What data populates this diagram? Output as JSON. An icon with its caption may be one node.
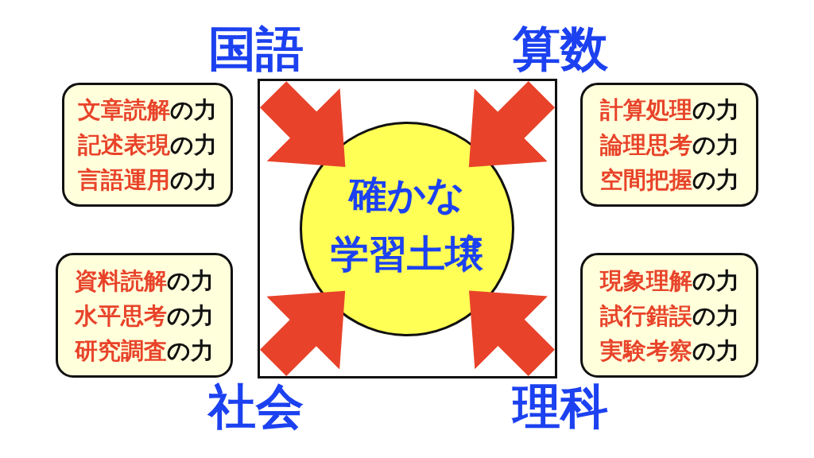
{
  "diagram": {
    "nodes": [
      {
        "text": [
          "**文章読解**の力",
          "**記述表現**の力",
          "**言語運用**の力"
        ]
      },
      {
        "text": [],
        "shape": "box"
      },
      {
        "text": [
          "確かな学習土壌"
        ],
        "in": 1
      },
      {
        "text": [
          "**計算処理**の力",
          "**論理思考**の力",
          "**空間把握**の力"
        ]
      },
      {
        "text": [
          "**資料読解**の力",
          "**水平思考**の力",
          "**研究調査**の力"
        ]
      },
      {
        "text": [
          "**現象理解**の力",
          "**試行錯誤**の力",
          "**実験考察**の力"
        ]
      }
    ],
    "edges": [
      {
        "from": null,
        "to": 2,
        "arrow": "to"
      },
      {
        "from": null,
        "to": 2,
        "arrow": "to"
      },
      {
        "from": null,
        "to": 2,
        "arrow": "to"
      },
      {
        "from": null,
        "to": 2,
        "arrow": "to"
      }
    ],
    "labels": [
      "国語",
      "算数",
      "社会",
      "理科"
    ]
  }
}
